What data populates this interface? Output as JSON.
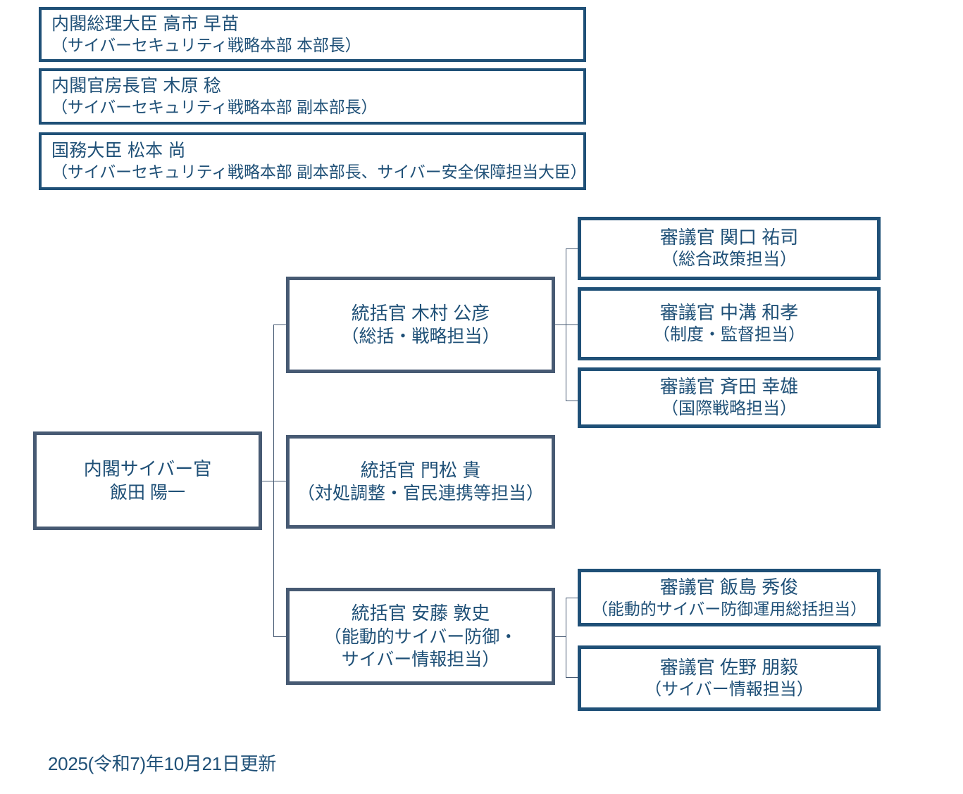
{
  "diagram": {
    "title_present": false,
    "colors": {
      "navy_border": "#1f5077",
      "slate_border": "#475a73",
      "text": "#1f5077",
      "background": "#ffffff"
    },
    "executives": [
      {
        "line1": "内閣総理大臣  高市  早苗",
        "line2": "（サイバーセキュリティ戦略本部 本部長）"
      },
      {
        "line1": "内閣官房長官  木原  稔",
        "line2": "（サイバーセキュリティ戦略本部 副本部長）"
      },
      {
        "line1": "国務大臣  松本  尚",
        "line2": "（サイバーセキュリティ戦略本部 副本部長、サイバー安全保障担当大臣）"
      }
    ],
    "cyber_officer": {
      "line1": "内閣サイバー官",
      "line2": "飯田  陽一"
    },
    "directors": [
      {
        "line1": "統括官  木村 公彦",
        "line2": "（総括・戦略担当）",
        "line3": ""
      },
      {
        "line1": "統括官  門松 貴",
        "line2": "（対処調整・官民連携等担当）",
        "line3": ""
      },
      {
        "line1": "統括官  安藤 敦史",
        "line2": "（能動的サイバー防御・",
        "line3": "サイバー情報担当）"
      }
    ],
    "deputies_group_a": [
      {
        "line1": "審議官  関口 祐司",
        "line2": "（総合政策担当）"
      },
      {
        "line1": "審議官  中溝 和孝",
        "line2": "（制度・監督担当）"
      },
      {
        "line1": "審議官  斉田 幸雄",
        "line2": "（国際戦略担当）"
      }
    ],
    "deputies_group_b": [
      {
        "line1": "審議官  飯島 秀俊",
        "line2": "（能動的サイバー防御運用総括担当）"
      },
      {
        "line1": "審議官  佐野 朋毅",
        "line2": "（サイバー情報担当）"
      }
    ],
    "footer": {
      "updated": "2025(令和7)年10月21日更新"
    }
  }
}
